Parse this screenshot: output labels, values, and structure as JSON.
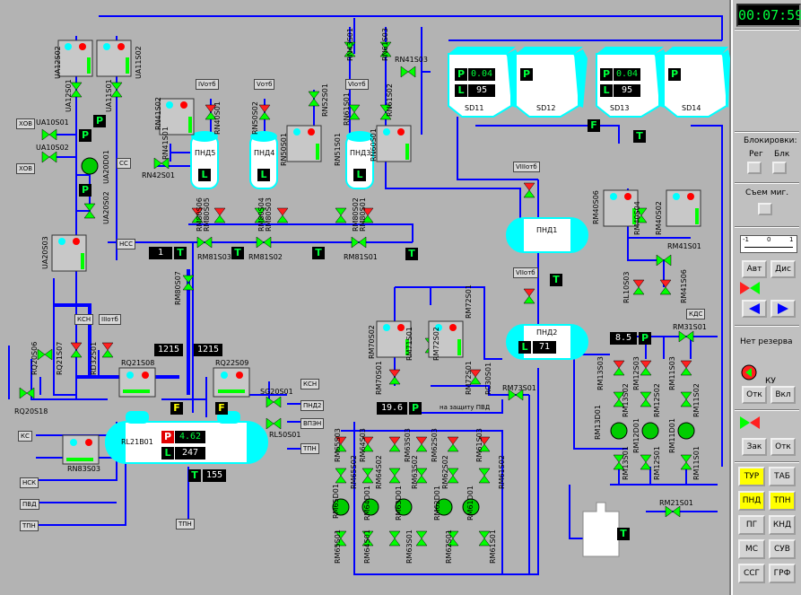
{
  "clock": "00:07:59",
  "panel": {
    "blockings": {
      "title": "Блокировки:",
      "reg": "Рег",
      "blk": "Блк"
    },
    "resp": {
      "title": "Съем миг."
    },
    "scale": {
      "min": "-1",
      "mid": "0",
      "max": "1"
    },
    "avt": "Авт",
    "dis": "Дис",
    "no_reserve": "Нет резерва",
    "ku": "КУ",
    "otk": "Отк",
    "vkl": "Вкл",
    "zak": "Зак",
    "otk2": "Отк",
    "nav": [
      {
        "id": "tur",
        "label": "ТУР",
        "active": true
      },
      {
        "id": "tab",
        "label": "ТАБ",
        "active": false
      },
      {
        "id": "pnd",
        "label": "ПНД",
        "active": true
      },
      {
        "id": "tgn",
        "label": "ТПН",
        "active": true
      },
      {
        "id": "pg",
        "label": "ПГ",
        "active": false
      },
      {
        "id": "knd",
        "label": "КНД",
        "active": false
      },
      {
        "id": "ms",
        "label": "МС",
        "active": false
      },
      {
        "id": "suv",
        "label": "СУВ",
        "active": false
      },
      {
        "id": "ssg",
        "label": "ССГ",
        "active": false
      },
      {
        "id": "grf",
        "label": "ГРФ",
        "active": false
      }
    ]
  },
  "tanks": {
    "sd11": {
      "name": "SD11",
      "p": "0.04",
      "l": "95"
    },
    "sd12": {
      "name": "SD12"
    },
    "sd13": {
      "name": "SD13",
      "p": "0.04",
      "l": "95"
    },
    "sd14": {
      "name": "SD14"
    },
    "pnd5": "ПНД5",
    "pnd4": "ПНД4",
    "pnd3": "ПНД3",
    "pnd1": "ПНД1",
    "pnd2": {
      "name": "ПНД2",
      "l": "71"
    },
    "rl21b01": {
      "name": "RL21B01",
      "p": "4.62",
      "l": "247"
    }
  },
  "readouts": {
    "r1": "1",
    "r1215a": "1215",
    "r1215b": "1215",
    "r85": "8.5",
    "r196": "19.6",
    "r155": "155"
  },
  "tags": {
    "hov1": "ХОВ",
    "hov2": "ХОВ",
    "ss": "СС",
    "nss": "НСС",
    "ksn1": "КСН",
    "iii": "IIIотб",
    "iv": "IVотб",
    "v": "Vотб",
    "vi": "VIотб",
    "viii": "VIIIотб",
    "vii": "VIIотб",
    "kds": "КДС",
    "ksn2": "КСН",
    "pnd2tag": "ПНД2",
    "vgen": "ВПЭН",
    "tpn1": "ТПН",
    "ks": "КС",
    "nsk": "НСК",
    "pvd": "ПВД",
    "tpn2": "ТПН",
    "tpn3": "ТПН",
    "to_pvd": "на защиту ПВД"
  },
  "labels": {
    "ua10s01": "UA10S01",
    "ua10s02": "UA10S02",
    "ua20d01": "UA20D01",
    "ua20s02": "UA20S02",
    "ua20s03": "UA20S03",
    "ua12s02": "UA12S02",
    "ua12s01": "UA12S01",
    "ua11s02": "UA11S02",
    "ua11s01": "UA11S01",
    "rn41s02": "RN41S02",
    "rn41s01": "RN41S01",
    "rn42s01": "RN42S01",
    "rn40s01": "RN40S01",
    "rn43s01": "RN43S01",
    "rn61s03": "RN61S03",
    "rn41s03": "RN41S03",
    "rn50s02": "RN50S02",
    "rn50s01": "RN50S01",
    "rn52s01": "RN52S01",
    "rn51s01": "RN51S01",
    "rn61s02": "RN61S02",
    "rn61s01": "RN61S01",
    "rn60s01": "RN60S01",
    "rm80s06": "RM80S06",
    "rm80s05": "RM80S05",
    "rm80s04": "RM80S04",
    "rm80s03": "RM80S03",
    "rm80s02": "RM80S02",
    "rm80s01": "RM80S01",
    "rm80s07": "RM80S07",
    "rm81s03": "RM81S03",
    "rm81s02": "RM81S02",
    "rm81s01": "RM81S01",
    "rq20s06": "RQ20S06",
    "rq21s07": "RQ21S07",
    "rd32s01": "RD32S01",
    "rq21s08": "RQ21S08",
    "rq22s09": "RQ22S09",
    "rq20s18": "RQ20S18",
    "sg20s01": "SG20S01",
    "rl50s01": "RL50S01",
    "rn83s03": "RN83S03",
    "rm70s02": "RM70S02",
    "rm71s01": "RM71S01",
    "rm70s01": "RM70S01",
    "rm72s02": "RM72S02",
    "rm72s01": "RM72S01",
    "rm73s01": "RM73S01",
    "rc30s01": "RC30S01",
    "rm40s06": "RM40S06",
    "rm40s04": "RM40S04",
    "rm40s02": "RM40S02",
    "rm41s01": "RM41S01",
    "rl10s03": "RL10S03",
    "rm41s06": "RM41S06",
    "rm31s01": "RM31S01",
    "rm13s03": "RM13S03",
    "rm12s03": "RM12S03",
    "rm11s03": "RM11S03",
    "rm13s02": "RM13S02",
    "rm12s02": "RM12S02",
    "rm11s02": "RM11S02",
    "rm13d01": "RM13D01",
    "rm12d01": "RM12D01",
    "rm11d01": "RM11D01",
    "rm13s01": "RM13S01",
    "rm12s01": "RM12S01",
    "rm11s01": "RM11S01",
    "rm21s01": "RM21S01",
    "rm65s03": "RM65S03",
    "rm64s03": "RM64S03",
    "rm63s03": "RM63S03",
    "rm62s03": "RM62S03",
    "rm61s03": "RM61S03",
    "rm65s02": "RM65S02",
    "rm64s02": "RM64S02",
    "rm63s02": "RM63S02",
    "rm62s02": "RM62S02",
    "rm61s02": "RM61S02",
    "rm65d01": "RM65D01",
    "rm64d01": "RM64D01",
    "rm63d01": "RM63D01",
    "rm62d01": "RM62D01",
    "rm61d01": "RM61D01",
    "rm65s01": "RM65S01",
    "rm64s01": "RM64S01",
    "rm63s01": "RM63S01",
    "rm62s01": "RM62S01",
    "rm61s01": "RM61S01"
  },
  "colors": {
    "bg": "#b3b3b3",
    "pipe": "#0000ff",
    "valve": "#00ff00",
    "valve_red": "#ff2020",
    "tank": "#00ffff",
    "yellow": "#ffff00"
  }
}
